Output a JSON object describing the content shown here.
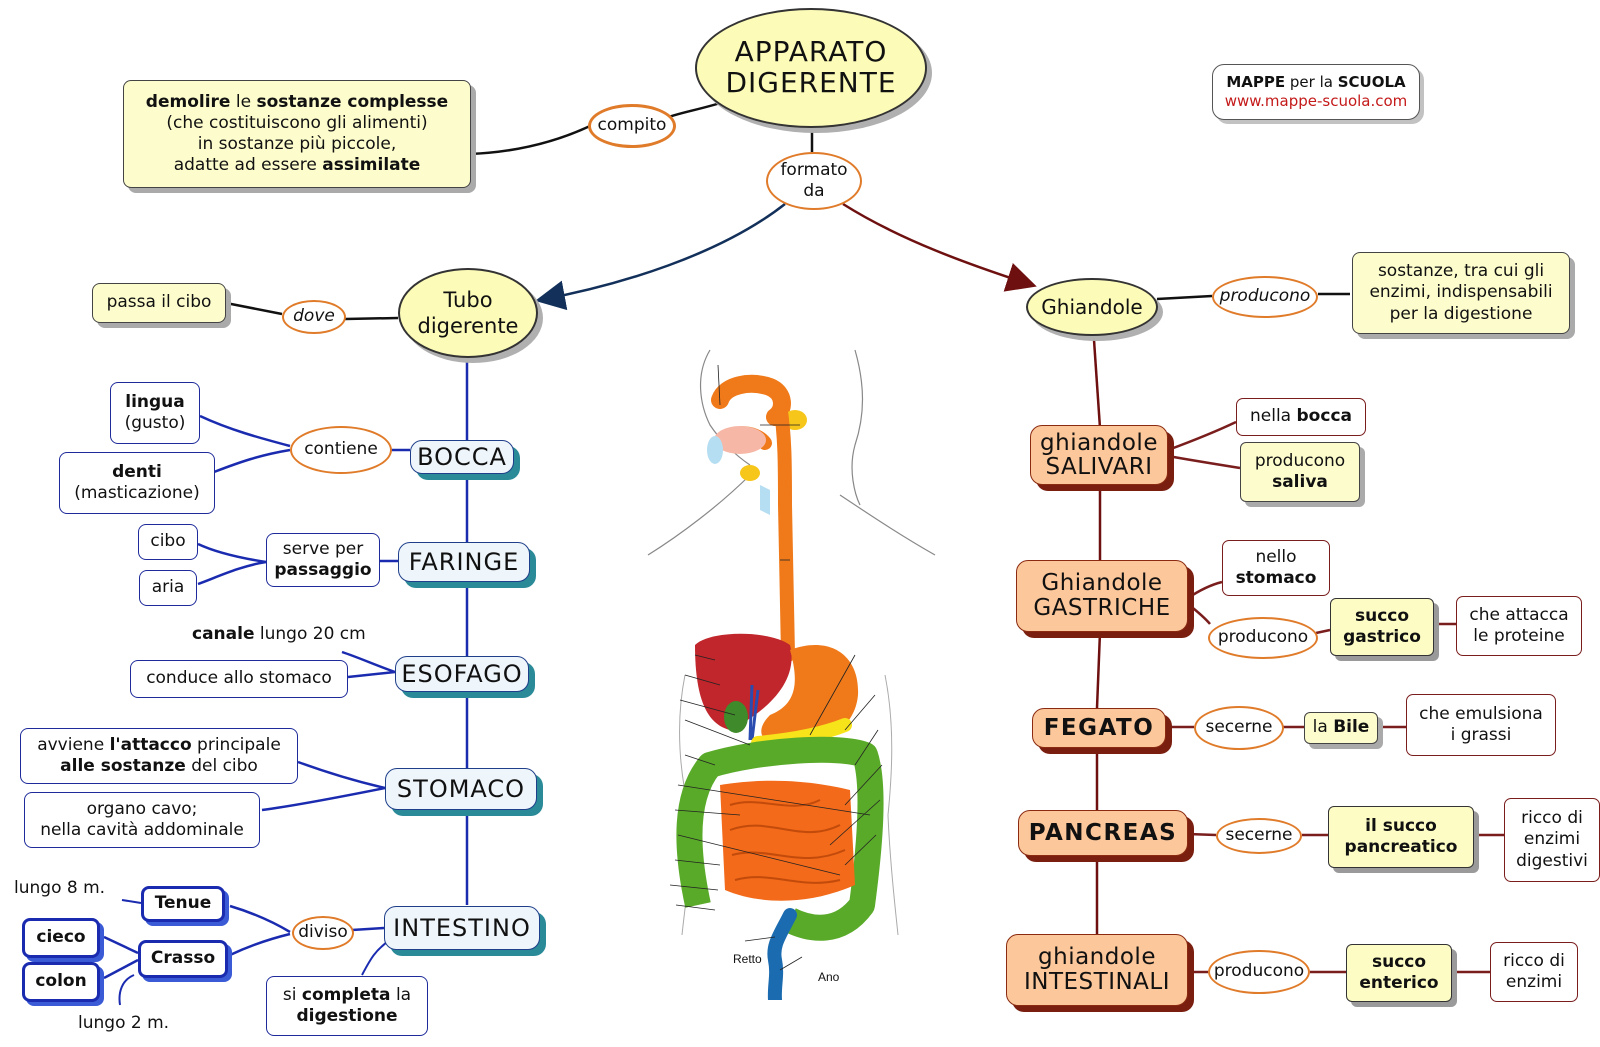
{
  "title": {
    "line1": "APPARATO",
    "line2": "DIGERENTE"
  },
  "credit": {
    "name": "MAPPE",
    "mid": "per la",
    "school": "SCUOLA",
    "url": "www.mappe-scuola.com"
  },
  "compito": {
    "link": "compito",
    "b1": "demolire",
    "t1": "le",
    "b2": "sostanze complesse",
    "l2": "(che costituiscono gli alimenti)",
    "l3": "in sostanze più piccole,",
    "l4": "adatte ad essere",
    "b3": "assimilate"
  },
  "formato": {
    "l1": "formato",
    "l2": "da"
  },
  "tubo": {
    "l1": "Tubo",
    "l2": "digerente",
    "dove": "dove",
    "passa": "passa il cibo",
    "bocca": "BOCCA",
    "contiene": "contiene",
    "lingua": "lingua",
    "gusto": "(gusto)",
    "denti": "denti",
    "mast": "(masticazione)",
    "faringe": "FARINGE",
    "serve_l1": "serve per",
    "serve_l2": "passaggio",
    "cibo": "cibo",
    "aria": "aria",
    "esofago": "ESOFAGO",
    "canale_b": "canale",
    "canale_t": "lungo 20 cm",
    "conduce": "conduce allo stomaco",
    "stomaco": "STOMACO",
    "att_l1a": "avviene",
    "att_l1b": "l'attacco",
    "att_l1c": "principale",
    "att_l2a": "alle sostanze",
    "att_l2b": "del cibo",
    "org_l1": "organo cavo;",
    "org_l2": "nella cavità addominale",
    "intestino": "INTESTINO",
    "diviso": "diviso",
    "tenue": "Tenue",
    "crasso": "Crasso",
    "cieco": "cieco",
    "colon": "colon",
    "lungo8": "lungo 8 m.",
    "lungo2": "lungo 2 m.",
    "comp_a": "si",
    "comp_b": "completa",
    "comp_c": "la",
    "comp_d": "digestione"
  },
  "ghiandole": {
    "label": "Ghiandole",
    "producono": "producono",
    "sost_l1": "sostanze, tra cui gli",
    "sost_l2": "enzimi, indispensabili",
    "sost_l3": "per la digestione",
    "sal_l1": "ghiandole",
    "sal_l2": "SALIVARI",
    "nella": "nella",
    "bocca": "bocca",
    "prod_sal_l1": "producono",
    "prod_sal_l2": "saliva",
    "gas_l1": "Ghiandole",
    "gas_l2": "GASTRICHE",
    "nello": "nello",
    "stomaco": "stomaco",
    "gas_prod": "producono",
    "succo_g_l1": "succo",
    "succo_g_l2": "gastrico",
    "attacca_l1": "che attacca",
    "attacca_l2": "le proteine",
    "fegato": "FEGATO",
    "secerne1": "secerne",
    "bile_a": "la",
    "bile_b": "Bile",
    "emul_l1": "che emulsiona",
    "emul_l2": "i grassi",
    "pancreas": "PANCREAS",
    "secerne2": "secerne",
    "succo_p_l1": "il succo",
    "succo_p_l2": "pancreatico",
    "ricco_p_l1": "ricco di",
    "ricco_p_l2": "enzimi",
    "ricco_p_l3": "digestivi",
    "int_l1": "ghiandole",
    "int_l2": "INTESTINALI",
    "int_prod": "producono",
    "succo_e_l1": "succo",
    "succo_e_l2": "enterico",
    "ricco_e_l1": "ricco di",
    "ricco_e_l2": "enzimi"
  },
  "illustration": {
    "retto": "Retto",
    "ano": "Ano"
  }
}
